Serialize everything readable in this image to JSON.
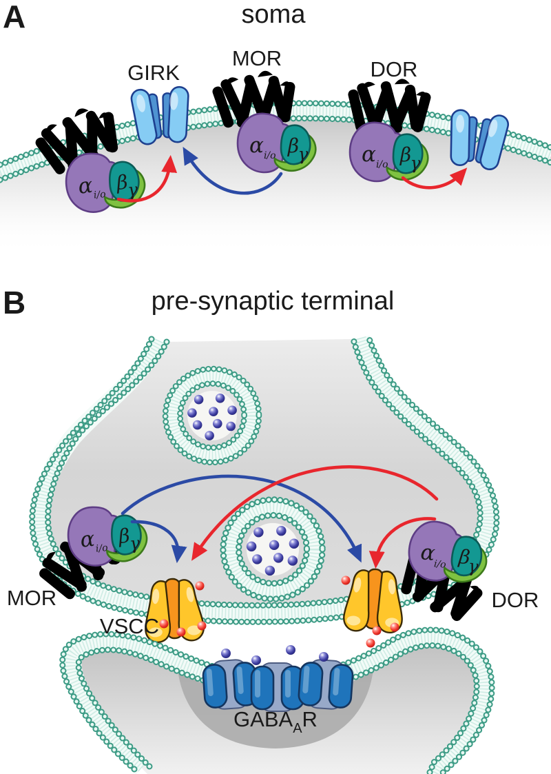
{
  "figure_type": "two-panel membrane signaling diagram",
  "g_protein": {
    "alpha": "α",
    "alpha_sub": "i/o",
    "beta": "β",
    "gamma": "γ"
  },
  "panel_a": {
    "panel_letter": "A",
    "title": "soma",
    "labels": {
      "girk": "GIRK",
      "mor": "MOR",
      "dor": "DOR"
    }
  },
  "panel_b": {
    "panel_letter": "B",
    "title": "pre-synaptic terminal",
    "labels": {
      "mor": "MOR",
      "dor": "DOR",
      "vscc": "VSCC",
      "gaba": "GABA",
      "gaba_sub": "A",
      "gaba_r": "R"
    }
  },
  "colors": {
    "mor-blue": "#1a6ab5",
    "mor-outline": "#123c66",
    "dor-red": "#c8252c",
    "dor-outline": "#741015",
    "girk-light": "#86ccf4",
    "girk-mid": "#4f93d2",
    "girk-outline": "#1d3f8f",
    "alpha-purple": "#9577b8",
    "beta-teal": "#139892",
    "gamma-green": "#7fc241",
    "vscc-yellow": "#ffc62b",
    "vscc-orange": "#f7941d",
    "gaba-blue": "#1f74bb",
    "gaba-back": "#98a9c9",
    "membrane-teal": "#3c9b85",
    "arrow-blue": "#2b4aa5",
    "arrow-red": "#e8262d",
    "calcium-red": "#ee352b",
    "transmitter-blue": "#3c3ca0"
  }
}
